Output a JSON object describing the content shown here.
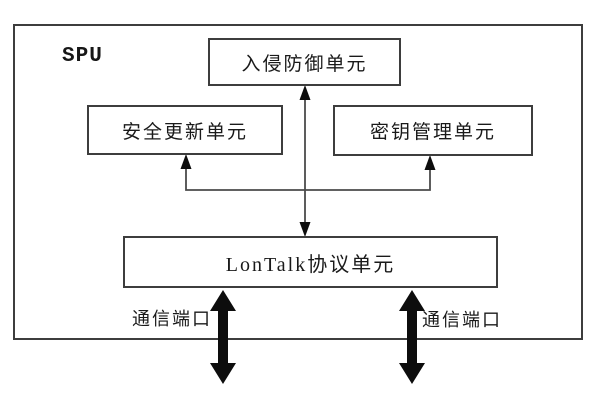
{
  "diagram": {
    "title": "SPU",
    "boxes": {
      "intrusion_prevention": "入侵防御单元",
      "security_update": "安全更新单元",
      "key_management": "密钥管理单元",
      "lontalk_protocol": "LonTalk协议单元"
    },
    "ports": {
      "left": "通信端口",
      "right": "通信端口"
    },
    "colors": {
      "background": "#ffffff",
      "box_border": "#3d3d3d",
      "connector_line": "#4b4b4b",
      "arrow_fill": "#0d0d0d",
      "text": "#1a1a1a"
    }
  }
}
